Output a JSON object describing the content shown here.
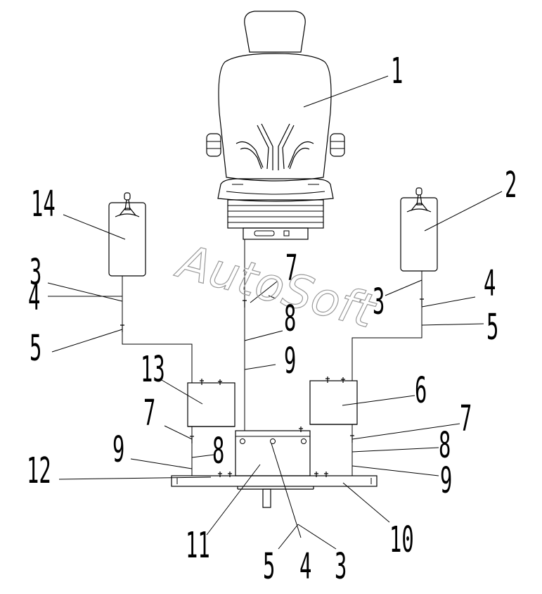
{
  "watermark": "AutoSoft",
  "callouts": {
    "c1": "1",
    "c2": "2",
    "c14": "14",
    "c3_left": "3",
    "c4_left": "4",
    "c5_left": "5",
    "c7_mid": "7",
    "c8_mid": "8",
    "c9_mid": "9",
    "c3_right": "3",
    "c4_right": "4",
    "c5_right": "5",
    "c13": "13",
    "c6": "6",
    "c7_left": "7",
    "c9_left": "9",
    "c8_left": "8",
    "c12": "12",
    "c7_right": "7",
    "c8_right": "8",
    "c9_right": "9",
    "c11": "11",
    "c10": "10",
    "c5_bottom": "5",
    "c4_bottom": "4",
    "c3_bottom": "3"
  }
}
